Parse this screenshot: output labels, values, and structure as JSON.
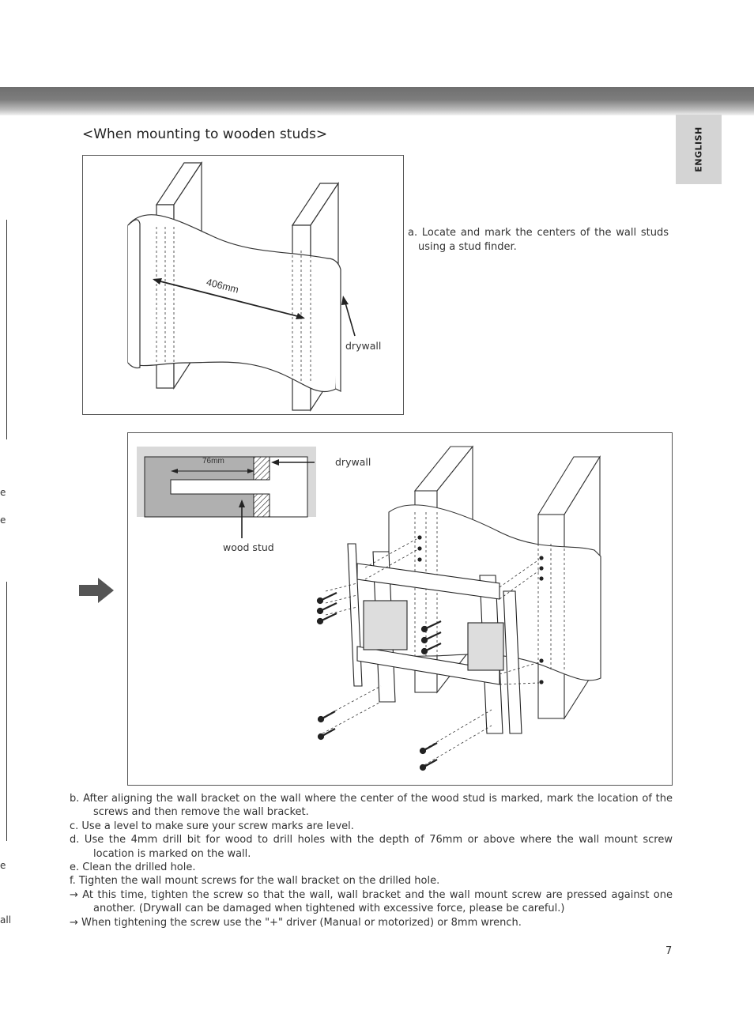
{
  "page": {
    "language_tab": "ENGLISH",
    "section_title": "<When mounting to wooden studs>",
    "page_number": "7"
  },
  "figure1": {
    "dimension_label": "406",
    "dimension_unit": "mm",
    "drywall_label": "drywall"
  },
  "figure2": {
    "dimension_label": "76mm",
    "drywall_label": "drywall",
    "stud_label": "wood stud"
  },
  "steps": {
    "a": "a. Locate and mark the centers of the wall studs using a stud finder.",
    "b": "b. After aligning the wall bracket on the wall where the center of the wood stud is marked, mark the location of the screws and then remove the wall bracket.",
    "c": "c. Use a level to make sure your screw marks are level.",
    "d": "d. Use the 4mm drill bit for wood to drill holes with the depth of 76mm or above where the wall mount screw location is marked on the wall.",
    "e": "e. Clean the drilled hole.",
    "f": "f.  Tighten the wall mount screws for the wall bracket on the drilled hole.",
    "note1": "→ At this time, tighten the screw so that the wall, wall bracket and the wall mount screw are pressed against one another. (Drywall can be damaged when tightened  with excessive force, please be careful.)",
    "note2": "→ When tightening the screw use the \"+\" driver (Manual or motorized) or 8mm wrench."
  },
  "left_margin_fragments": [
    "e",
    "e",
    "e",
    "all"
  ],
  "colors": {
    "band": "#6f6f6f",
    "tab": "#d4d4d4",
    "inset_bg": "#d9d9d9",
    "stud_fill": "#b0b0b0"
  }
}
